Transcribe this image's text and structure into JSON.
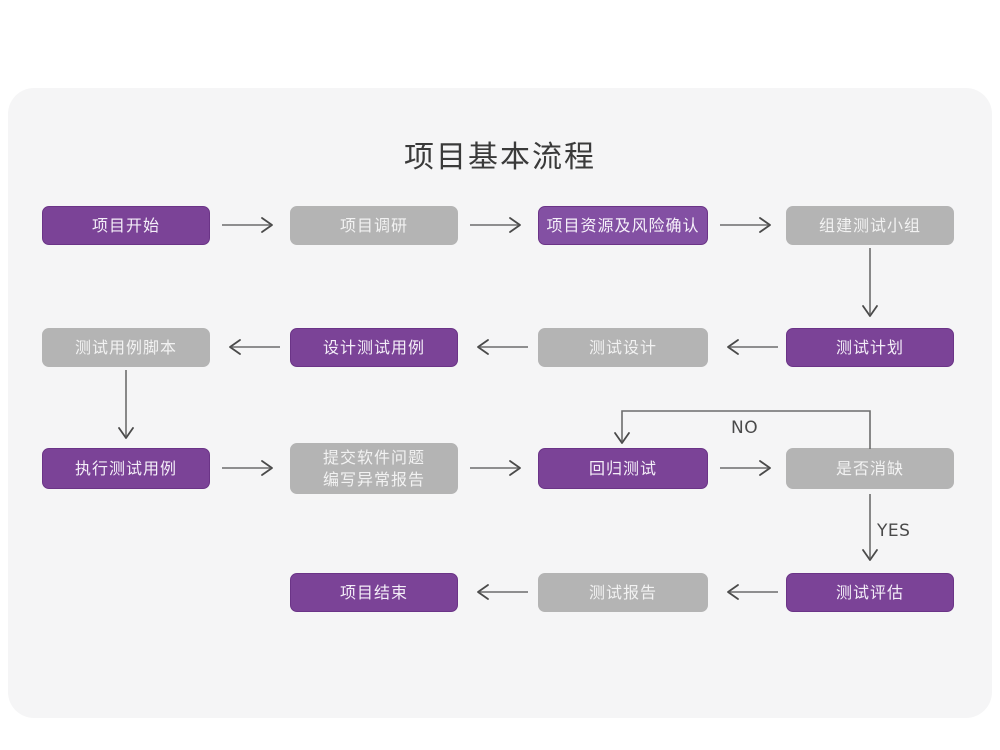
{
  "page": {
    "title": "项目基本流程",
    "background_color": "#ffffff",
    "card_color": "#f5f5f6"
  },
  "palette": {
    "purple": "#7b4397",
    "purple_alt": "#8350a3",
    "purple_border": "#6b3487",
    "gray": "#b4b4b4",
    "connector": "#6d6d6d",
    "title_text": "#3a3a3a"
  },
  "nodes": [
    {
      "id": "n1",
      "label": "项目开始",
      "style": "purple",
      "row": 1
    },
    {
      "id": "n2",
      "label": "项目调研",
      "style": "gray",
      "row": 1
    },
    {
      "id": "n3",
      "label": "项目资源及风险确认",
      "style": "purple-alt",
      "row": 1
    },
    {
      "id": "n4",
      "label": "组建测试小组",
      "style": "gray",
      "row": 1
    },
    {
      "id": "n5",
      "label": "测试用例脚本",
      "style": "gray",
      "row": 2
    },
    {
      "id": "n6",
      "label": "设计测试用例",
      "style": "purple",
      "row": 2
    },
    {
      "id": "n7",
      "label": "测试设计",
      "style": "gray",
      "row": 2
    },
    {
      "id": "n8",
      "label": "测试计划",
      "style": "purple",
      "row": 2
    },
    {
      "id": "n9",
      "label": "执行测试用例",
      "style": "purple",
      "row": 3
    },
    {
      "id": "n10",
      "label": "提交软件问题\n编写异常报告",
      "style": "gray",
      "row": 3
    },
    {
      "id": "n11",
      "label": "回归测试",
      "style": "purple",
      "row": 3
    },
    {
      "id": "n12",
      "label": "是否消缺",
      "style": "gray",
      "row": 3
    },
    {
      "id": "n13",
      "label": "项目结束",
      "style": "purple",
      "row": 4
    },
    {
      "id": "n14",
      "label": "测试报告",
      "style": "gray",
      "row": 4
    },
    {
      "id": "n15",
      "label": "测试评估",
      "style": "purple",
      "row": 4
    }
  ],
  "edge_labels": {
    "no": "NO",
    "yes": "YES"
  }
}
